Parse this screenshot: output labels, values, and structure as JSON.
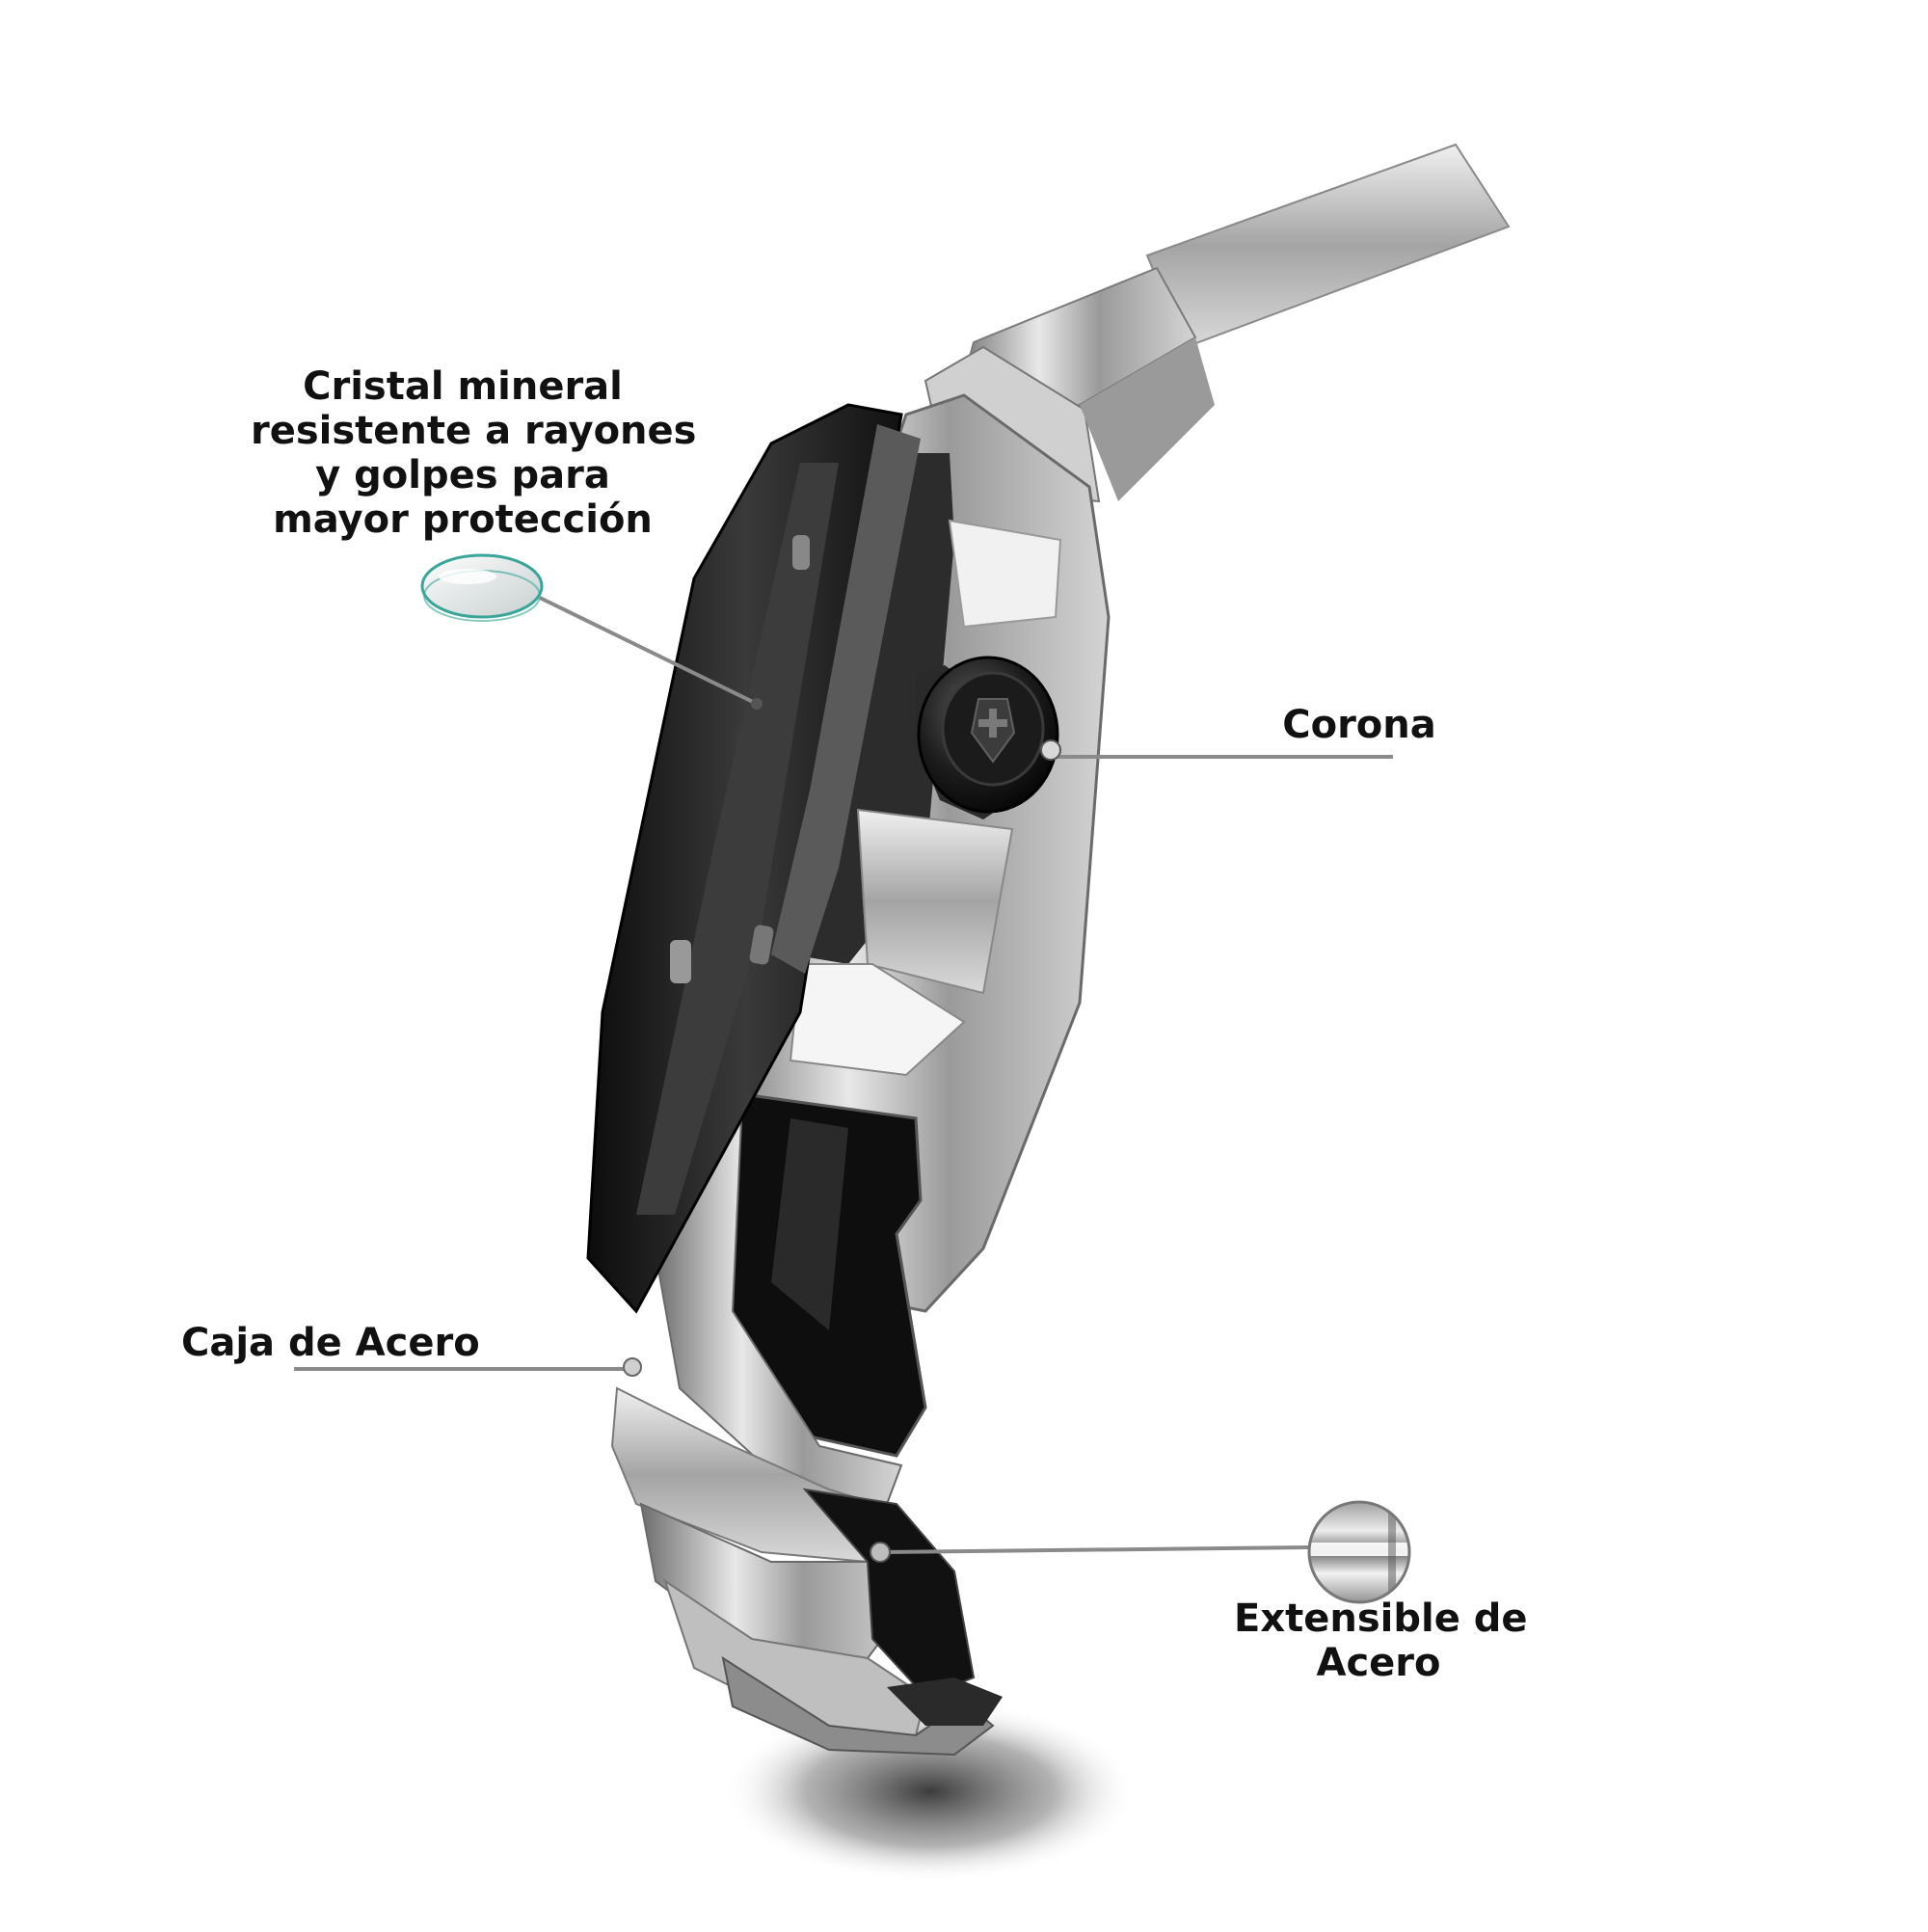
{
  "callouts": {
    "crystal": {
      "lines": [
        "Cristal mineral",
        "resistente a rayones",
        "y golpes para",
        "mayor protección"
      ]
    },
    "crown": {
      "label": "Corona"
    },
    "case": {
      "label": "Caja de Acero"
    },
    "bracelet": {
      "lines": [
        "Extensible de",
        "Acero"
      ]
    }
  },
  "colors": {
    "background": "#ffffff",
    "text": "#111111",
    "leader_line": "#8a8a8a",
    "steel_light": "#e6e6e6",
    "steel_mid": "#a8a8a8",
    "steel_dark": "#4a4a4a",
    "bezel_black": "#141414",
    "crystal_teal": "#3aa69a"
  },
  "icons": {
    "crystal_swatch": "mineral-crystal-lens-icon",
    "bracelet_swatch": "steel-link-swatch-icon",
    "crown_logo": "swiss-cross-shield-icon"
  }
}
